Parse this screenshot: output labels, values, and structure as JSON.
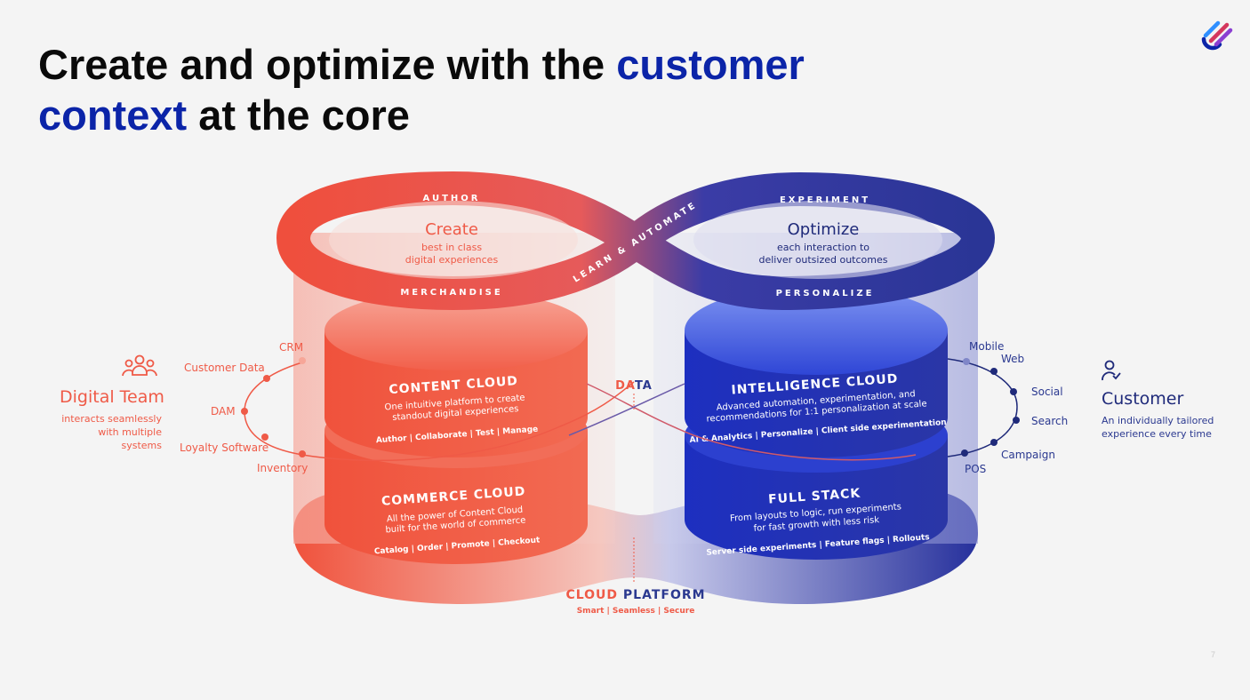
{
  "slide": {
    "title_part1": "Create and optimize with the ",
    "title_highlight1": "customer",
    "title_highlight2": "context",
    "title_part2": " at the core",
    "page_number": "7"
  },
  "loop": {
    "author": "AUTHOR",
    "merchandise": "MERCHANDISE",
    "experiment": "EXPERIMENT",
    "personalize": "PERSONALIZE",
    "learn_automate": "LEARN & AUTOMATE",
    "create_title": "Create",
    "create_line1": "best in class",
    "create_line2": "digital experiences",
    "optimize_title": "Optimize",
    "optimize_line1": "each interaction to",
    "optimize_line2": "deliver outsized outcomes"
  },
  "clouds": {
    "content": {
      "title": "CONTENT CLOUD",
      "line1": "One intuitive platform to create",
      "line2": "standout digital experiences",
      "features": "Author  |  Collaborate  |  Test  |  Manage"
    },
    "commerce": {
      "title": "COMMERCE CLOUD",
      "line1": "All the power of Content Cloud",
      "line2": "built for the world of commerce",
      "features": "Catalog  |  Order  |  Promote  |  Checkout"
    },
    "intelligence": {
      "title": "INTELLIGENCE CLOUD",
      "line1": "Advanced automation, experimentation, and",
      "line2": "recommendations for 1:1 personalization at scale",
      "features": "AI & Analytics  |  Personalize  |  Client side experimentation"
    },
    "fullstack": {
      "title": "FULL STACK",
      "line1": "From layouts to logic, run experiments",
      "line2": "for fast growth with less risk",
      "features": "Server side experiments  |  Feature flags  |  Rollouts"
    }
  },
  "data_label_left": "DA",
  "data_label_right": "TA",
  "platform": {
    "title_left": "CLOUD ",
    "title_right": "PLATFORM",
    "subtitle": "Smart  |  Seamless  |  Secure"
  },
  "left_systems": [
    "CRM",
    "Customer Data",
    "DAM",
    "Loyalty Software",
    "Inventory"
  ],
  "right_channels": [
    "Mobile",
    "Web",
    "Social",
    "Search",
    "Campaign",
    "POS"
  ],
  "digital_team": {
    "icon": "team-people-icon",
    "title": "Digital Team",
    "desc_line1": "interacts seamlessly",
    "desc_line2": "with multiple systems"
  },
  "customer": {
    "icon": "customer-person-icon",
    "title": "Customer",
    "desc_line1": "An individually tailored",
    "desc_line2": "experience every time"
  },
  "colors": {
    "red": "#ef5a47",
    "blue": "#2433b0",
    "navy": "#1f2a7a",
    "title_highlight": "#0b24a8"
  }
}
